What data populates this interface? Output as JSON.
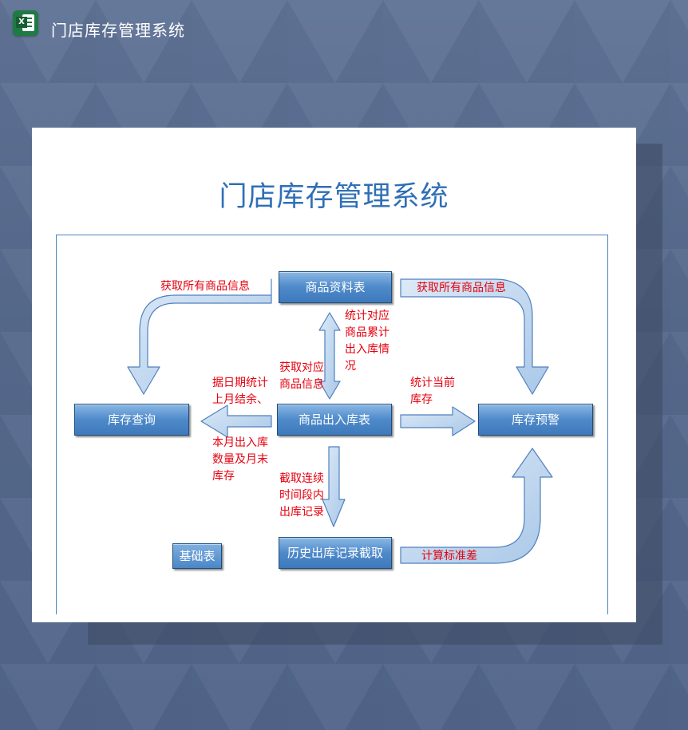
{
  "app": {
    "title": "门店库存管理系统",
    "icon": "excel-icon"
  },
  "document": {
    "title": "门店库存管理系统"
  },
  "boxes": {
    "product_info": "商品资料表",
    "inout": "商品出入库表",
    "query": "库存查询",
    "warning": "库存预警",
    "history": "历史出库记录截取",
    "base": "基础表"
  },
  "labels": {
    "get_all_left": "获取所有商品信息",
    "get_all_right": "获取所有商品信息",
    "stat_cumulative": [
      "统计对应",
      "商品累计",
      "出入库情",
      "况"
    ],
    "get_corresponding": [
      "获取对应",
      "商品信息"
    ],
    "by_date": [
      "据日期统计",
      "上月结余、"
    ],
    "monthly": [
      "本月出入库",
      "数量及月末",
      "库存"
    ],
    "stat_current": [
      "统计当前",
      "库存"
    ],
    "truncate": [
      "截取连续",
      "时间段内",
      "出库记录"
    ],
    "calc_std": "计算标准差"
  },
  "colors": {
    "background": "#5a6e92",
    "box_fill": "#4f8bcb",
    "arrow_fill": "#bcd6ee",
    "arrow_stroke": "#4f81bd",
    "label_text": "#e6000e",
    "title_text": "#2f6fb7"
  }
}
